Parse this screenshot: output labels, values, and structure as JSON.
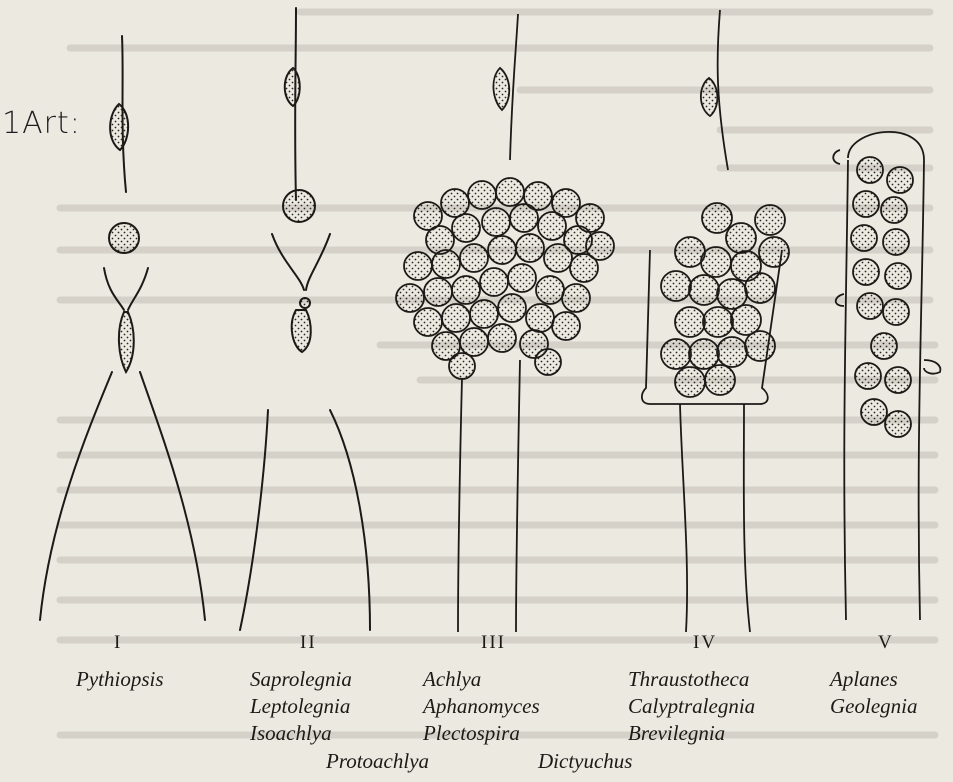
{
  "handwritten_note": "1Art:",
  "columns": [
    {
      "numeral": "I",
      "genera": [
        "Pythiopsis"
      ]
    },
    {
      "numeral": "II",
      "genera": [
        "Saprolegnia",
        "Leptolegnia",
        "Isoachlya"
      ]
    },
    {
      "numeral": "III",
      "genera": [
        "Achlya",
        "Aphanomyces",
        "Plectospira"
      ]
    },
    {
      "numeral": "IV",
      "genera": [
        "Thraustotheca",
        "Calyptralegnia",
        "Brevilegnia"
      ]
    },
    {
      "numeral": "V",
      "genera": [
        "Aplanes",
        "Geolegnia"
      ]
    }
  ],
  "bottom_row": [
    "Protoachlya",
    "Dictyuchus"
  ],
  "colors": {
    "paper": "#ece9e1",
    "ink": "#1c1a17",
    "bleed_through": "#bdb8ad"
  }
}
